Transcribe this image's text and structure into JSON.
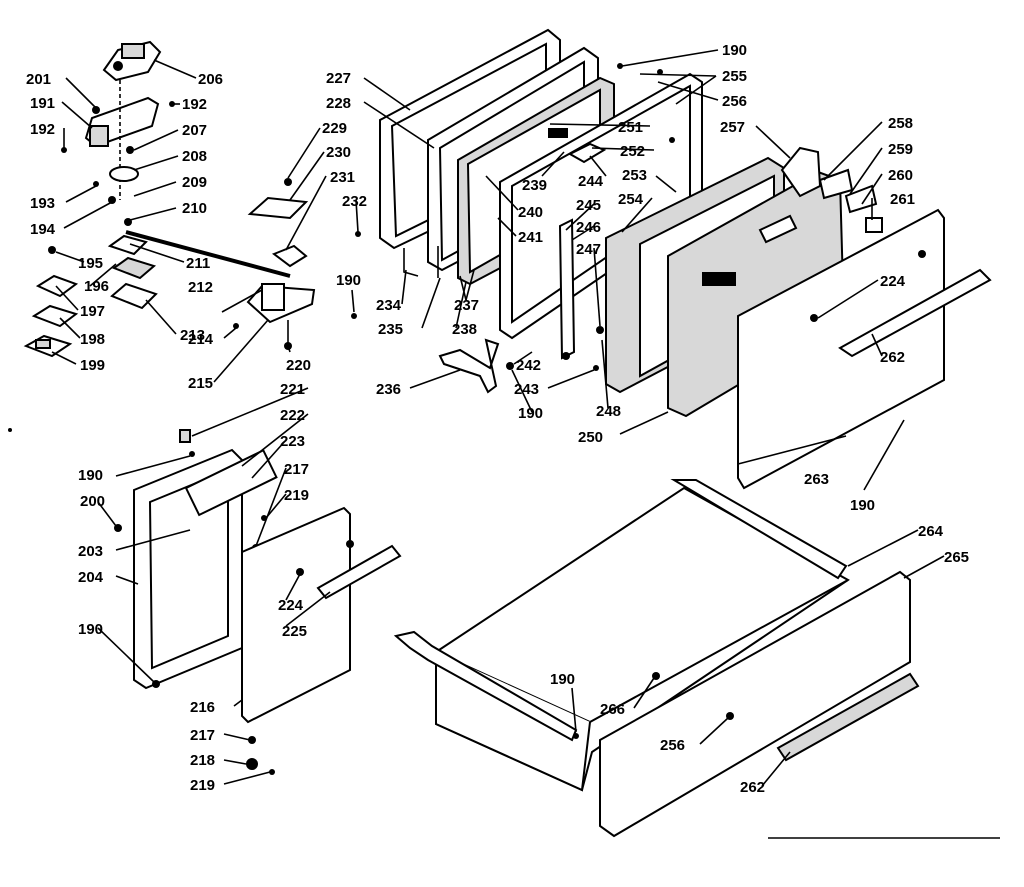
{
  "diagram": {
    "callouts": [
      {
        "id": "c-190-a",
        "text": "190"
      },
      {
        "id": "c-255",
        "text": "255"
      },
      {
        "id": "c-256-a",
        "text": "256"
      },
      {
        "id": "c-227",
        "text": "227"
      },
      {
        "id": "c-228",
        "text": "228"
      },
      {
        "id": "c-229",
        "text": "229"
      },
      {
        "id": "c-230",
        "text": "230"
      },
      {
        "id": "c-231",
        "text": "231"
      },
      {
        "id": "c-232",
        "text": "232"
      },
      {
        "id": "c-201",
        "text": "201"
      },
      {
        "id": "c-206",
        "text": "206"
      },
      {
        "id": "c-191",
        "text": "191"
      },
      {
        "id": "c-192-a",
        "text": "192"
      },
      {
        "id": "c-192-b",
        "text": "192"
      },
      {
        "id": "c-207",
        "text": "207"
      },
      {
        "id": "c-208",
        "text": "208"
      },
      {
        "id": "c-209",
        "text": "209"
      },
      {
        "id": "c-193",
        "text": "193"
      },
      {
        "id": "c-210",
        "text": "210"
      },
      {
        "id": "c-194",
        "text": "194"
      },
      {
        "id": "c-195",
        "text": "195"
      },
      {
        "id": "c-196",
        "text": "196"
      },
      {
        "id": "c-197",
        "text": "197"
      },
      {
        "id": "c-198",
        "text": "198"
      },
      {
        "id": "c-199",
        "text": "199"
      },
      {
        "id": "c-211",
        "text": "211"
      },
      {
        "id": "c-212",
        "text": "212"
      },
      {
        "id": "c-213",
        "text": "213"
      },
      {
        "id": "c-214",
        "text": "214"
      },
      {
        "id": "c-215",
        "text": "215"
      },
      {
        "id": "c-220",
        "text": "220"
      },
      {
        "id": "c-190-b",
        "text": "190"
      },
      {
        "id": "c-251",
        "text": "251"
      },
      {
        "id": "c-252",
        "text": "252"
      },
      {
        "id": "c-239",
        "text": "239"
      },
      {
        "id": "c-244",
        "text": "244"
      },
      {
        "id": "c-253",
        "text": "253"
      },
      {
        "id": "c-257",
        "text": "257"
      },
      {
        "id": "c-258",
        "text": "258"
      },
      {
        "id": "c-259",
        "text": "259"
      },
      {
        "id": "c-260",
        "text": "260"
      },
      {
        "id": "c-261",
        "text": "261"
      },
      {
        "id": "c-240",
        "text": "240"
      },
      {
        "id": "c-254",
        "text": "254"
      },
      {
        "id": "c-245",
        "text": "245"
      },
      {
        "id": "c-246",
        "text": "246"
      },
      {
        "id": "c-241",
        "text": "241"
      },
      {
        "id": "c-247",
        "text": "247"
      },
      {
        "id": "c-224-a",
        "text": "224"
      },
      {
        "id": "c-234",
        "text": "234"
      },
      {
        "id": "c-237",
        "text": "237"
      },
      {
        "id": "c-235",
        "text": "235"
      },
      {
        "id": "c-238",
        "text": "238"
      },
      {
        "id": "c-262-a",
        "text": "262"
      },
      {
        "id": "c-242",
        "text": "242"
      },
      {
        "id": "c-236",
        "text": "236"
      },
      {
        "id": "c-243",
        "text": "243"
      },
      {
        "id": "c-190-c",
        "text": "190"
      },
      {
        "id": "c-248",
        "text": "248"
      },
      {
        "id": "c-250",
        "text": "250"
      },
      {
        "id": "c-221",
        "text": "221"
      },
      {
        "id": "c-222",
        "text": "222"
      },
      {
        "id": "c-223",
        "text": "223"
      },
      {
        "id": "c-190-d",
        "text": "190"
      },
      {
        "id": "c-217-a",
        "text": "217"
      },
      {
        "id": "c-219-a",
        "text": "219"
      },
      {
        "id": "c-200",
        "text": "200"
      },
      {
        "id": "c-203",
        "text": "203"
      },
      {
        "id": "c-204",
        "text": "204"
      },
      {
        "id": "c-263",
        "text": "263"
      },
      {
        "id": "c-190-e",
        "text": "190"
      },
      {
        "id": "c-264",
        "text": "264"
      },
      {
        "id": "c-265",
        "text": "265"
      },
      {
        "id": "c-224-b",
        "text": "224"
      },
      {
        "id": "c-225",
        "text": "225"
      },
      {
        "id": "c-190-f",
        "text": "190"
      },
      {
        "id": "c-190-g",
        "text": "190"
      },
      {
        "id": "c-266",
        "text": "266"
      },
      {
        "id": "c-216",
        "text": "216"
      },
      {
        "id": "c-256-b",
        "text": "256"
      },
      {
        "id": "c-217-b",
        "text": "217"
      },
      {
        "id": "c-218",
        "text": "218"
      },
      {
        "id": "c-219-b",
        "text": "219"
      },
      {
        "id": "c-262-b",
        "text": "262"
      }
    ]
  }
}
